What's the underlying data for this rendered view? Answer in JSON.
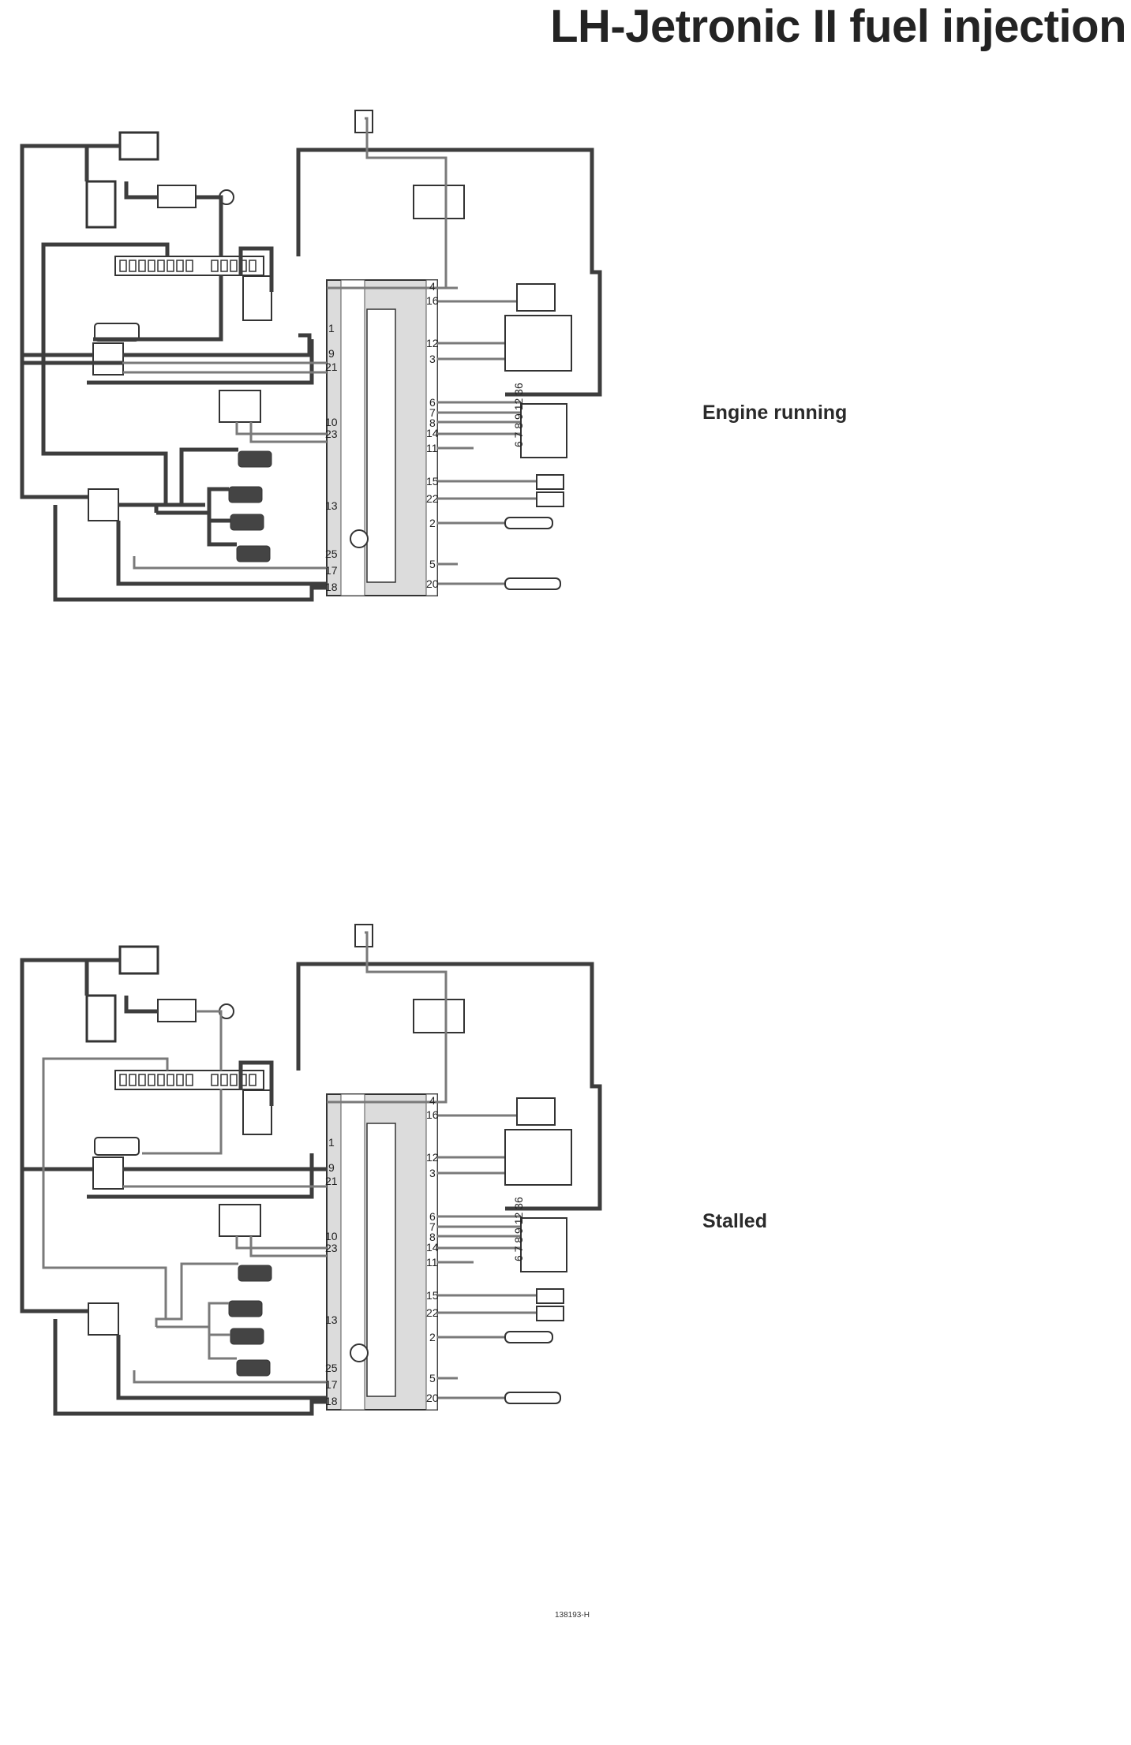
{
  "title": "LH-Jetronic II fuel injection",
  "diagrams": [
    {
      "state": "Engine running"
    },
    {
      "state": "Stalled"
    }
  ],
  "ecu_pins_left": [
    "1",
    "9",
    "21",
    "10",
    "23",
    "13",
    "25",
    "17",
    "18"
  ],
  "ecu_pins_right": [
    "4",
    "16",
    "12",
    "3",
    "6",
    "7",
    "8",
    "14",
    "11",
    "15",
    "22",
    "2",
    "5",
    "20"
  ],
  "connector_pins": "6 7 8 9 12 36",
  "doc_code": "138193-H",
  "colors": {
    "wire": "#3d3d3d",
    "ecu_shade": "#d9d9d9",
    "thin_wire": "#7a7a7a"
  }
}
